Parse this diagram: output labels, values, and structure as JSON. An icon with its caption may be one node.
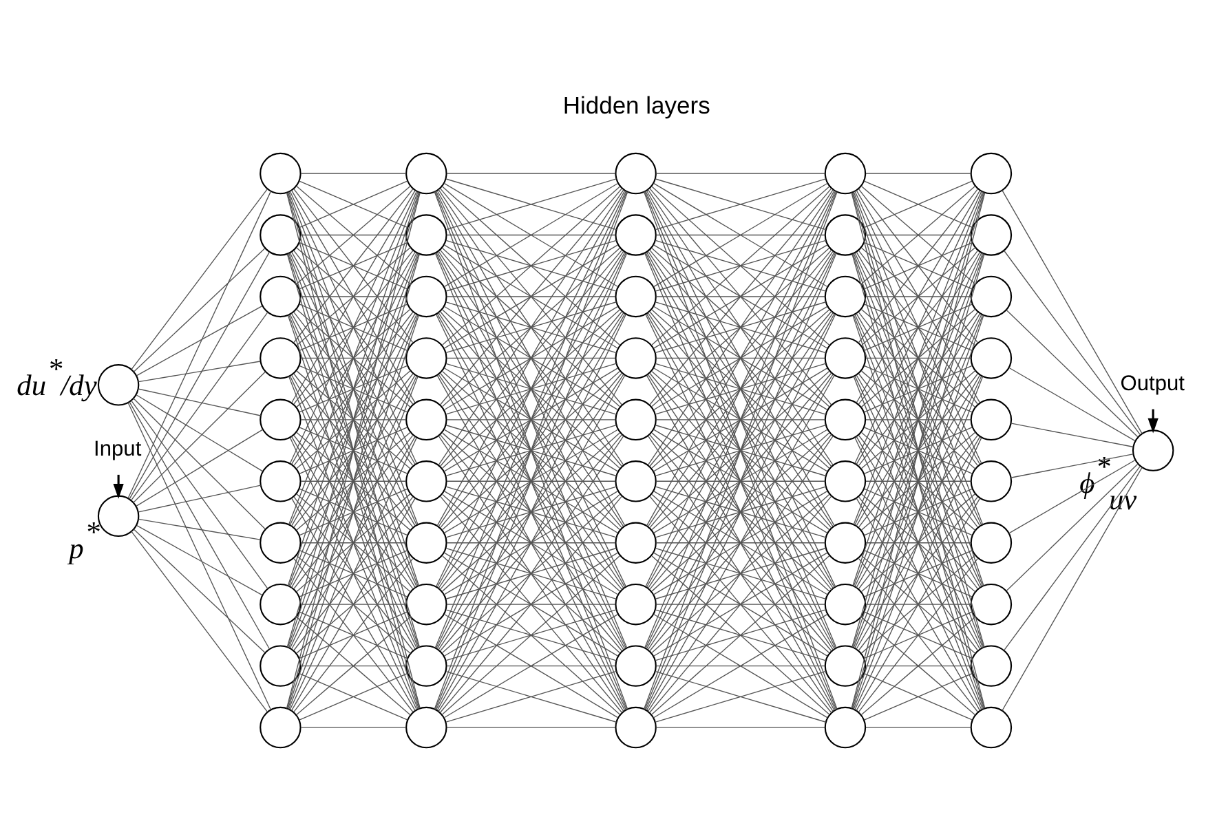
{
  "diagram": {
    "nodes": [
      {
        "text": [
          "Input"
        ]
      },
      {
        "text": [],
        "shape": "circle",
        "beside": [
          "p$^{*}$"
        ]
      },
      {
        "text": [],
        "shape": "circle",
        "beside": [
          "du$^{*}$/dy"
        ]
      },
      {
        "text": [],
        "shape": "circle"
      },
      {
        "text": [],
        "shape": "circle"
      },
      {
        "text": [],
        "shape": "circle"
      },
      {
        "text": [],
        "shape": "circle"
      },
      {
        "text": [],
        "shape": "circle"
      },
      {
        "text": [],
        "shape": "circle"
      },
      {
        "text": [],
        "shape": "circle"
      },
      {
        "text": [],
        "shape": "circle"
      },
      {
        "text": [],
        "shape": "circle"
      },
      {
        "text": [],
        "shape": "circle"
      },
      {
        "text": [],
        "shape": "circle"
      },
      {
        "text": [],
        "shape": "circle"
      },
      {
        "text": [],
        "shape": "circle"
      },
      {
        "text": [],
        "shape": "circle"
      },
      {
        "text": [],
        "shape": "circle"
      },
      {
        "text": [],
        "shape": "circle"
      },
      {
        "text": [],
        "shape": "circle"
      },
      {
        "text": [],
        "shape": "circle"
      },
      {
        "text": [],
        "shape": "circle"
      },
      {
        "text": [],
        "shape": "circle"
      },
      {
        "text": [],
        "shape": "circle"
      },
      {
        "text": [],
        "shape": "circle"
      },
      {
        "text": [],
        "shape": "circle"
      },
      {
        "text": [],
        "shape": "circle"
      },
      {
        "text": [],
        "shape": "circle"
      },
      {
        "text": [],
        "shape": "circle"
      },
      {
        "text": [],
        "shape": "circle"
      },
      {
        "text": [],
        "shape": "circle"
      },
      {
        "text": [],
        "shape": "circle"
      },
      {
        "text": [],
        "shape": "circle"
      },
      {
        "text": [],
        "shape": "circle"
      },
      {
        "text": [],
        "shape": "circle"
      },
      {
        "text": [],
        "shape": "circle"
      },
      {
        "text": [],
        "shape": "circle"
      },
      {
        "text": [],
        "shape": "circle"
      },
      {
        "text": [],
        "shape": "circle"
      },
      {
        "text": [],
        "shape": "circle"
      },
      {
        "text": [],
        "shape": "circle"
      },
      {
        "text": [],
        "shape": "circle"
      },
      {
        "text": [],
        "shape": "circle"
      },
      {
        "text": [],
        "shape": "circle"
      },
      {
        "text": [],
        "shape": "circle"
      },
      {
        "text": [],
        "shape": "circle"
      },
      {
        "text": [],
        "shape": "circle"
      },
      {
        "text": [],
        "shape": "circle"
      },
      {
        "text": [],
        "shape": "circle"
      },
      {
        "text": [],
        "shape": "circle"
      },
      {
        "text": [],
        "shape": "circle"
      },
      {
        "text": [],
        "shape": "circle"
      },
      {
        "text": [],
        "shape": "circle"
      },
      {
        "text": [],
        "shape": "circle",
        "beside": [
          "ϕ$^{*}$$_{uv}$"
        ]
      },
      {
        "text": [
          "Output"
        ]
      }
    ],
    "edges": [
      {
        "from": 0,
        "to": 1,
        "arrow": "to"
      },
      {
        "from": 1,
        "to": 3,
        "arrow": "none"
      },
      {
        "from": 1,
        "to": 4,
        "arrow": "none"
      },
      {
        "from": 1,
        "to": 5,
        "arrow": "none"
      },
      {
        "from": 1,
        "to": 6,
        "arrow": "none"
      },
      {
        "from": 1,
        "to": 7,
        "arrow": "none"
      },
      {
        "from": 1,
        "to": 8,
        "arrow": "none"
      },
      {
        "from": 1,
        "to": 9,
        "arrow": "none"
      },
      {
        "from": 1,
        "to": 10,
        "arrow": "none"
      },
      {
        "from": 1,
        "to": 11,
        "arrow": "none"
      },
      {
        "from": 1,
        "to": 12,
        "arrow": "none"
      },
      {
        "from": 2,
        "to": 3,
        "arrow": "none"
      },
      {
        "from": 2,
        "to": 4,
        "arrow": "none"
      },
      {
        "from": 2,
        "to": 5,
        "arrow": "none"
      },
      {
        "from": 2,
        "to": 6,
        "arrow": "none"
      },
      {
        "from": 2,
        "to": 7,
        "arrow": "none"
      },
      {
        "from": 2,
        "to": 8,
        "arrow": "none"
      },
      {
        "from": 2,
        "to": 9,
        "arrow": "none"
      },
      {
        "from": 2,
        "to": 10,
        "arrow": "none"
      },
      {
        "from": 2,
        "to": 11,
        "arrow": "none"
      },
      {
        "from": 2,
        "to": 12,
        "arrow": "none"
      },
      {
        "from": 3,
        "to": 13,
        "arrow": "none"
      },
      {
        "from": 3,
        "to": 14,
        "arrow": "none"
      },
      {
        "from": 3,
        "to": 15,
        "arrow": "none"
      },
      {
        "from": 3,
        "to": 16,
        "arrow": "none"
      },
      {
        "from": 3,
        "to": 17,
        "arrow": "none"
      },
      {
        "from": 3,
        "to": 18,
        "arrow": "none"
      },
      {
        "from": 3,
        "to": 19,
        "arrow": "none"
      },
      {
        "from": 3,
        "to": 20,
        "arrow": "none"
      },
      {
        "from": 3,
        "to": 21,
        "arrow": "none"
      },
      {
        "from": 3,
        "to": 22,
        "arrow": "none"
      },
      {
        "from": 4,
        "to": 13,
        "arrow": "none"
      },
      {
        "from": 4,
        "to": 14,
        "arrow": "none"
      },
      {
        "from": 4,
        "to": 15,
        "arrow": "none"
      },
      {
        "from": 4,
        "to": 16,
        "arrow": "none"
      },
      {
        "from": 4,
        "to": 17,
        "arrow": "none"
      },
      {
        "from": 4,
        "to": 18,
        "arrow": "none"
      },
      {
        "from": 4,
        "to": 19,
        "arrow": "none"
      },
      {
        "from": 4,
        "to": 20,
        "arrow": "none"
      },
      {
        "from": 4,
        "to": 21,
        "arrow": "none"
      },
      {
        "from": 4,
        "to": 22,
        "arrow": "none"
      },
      {
        "from": 5,
        "to": 13,
        "arrow": "none"
      },
      {
        "from": 5,
        "to": 14,
        "arrow": "none"
      },
      {
        "from": 5,
        "to": 15,
        "arrow": "none"
      },
      {
        "from": 5,
        "to": 16,
        "arrow": "none"
      },
      {
        "from": 5,
        "to": 17,
        "arrow": "none"
      },
      {
        "from": 5,
        "to": 18,
        "arrow": "none"
      },
      {
        "from": 5,
        "to": 19,
        "arrow": "none"
      },
      {
        "from": 5,
        "to": 20,
        "arrow": "none"
      },
      {
        "from": 5,
        "to": 21,
        "arrow": "none"
      },
      {
        "from": 5,
        "to": 22,
        "arrow": "none"
      },
      {
        "from": 6,
        "to": 13,
        "arrow": "none"
      },
      {
        "from": 6,
        "to": 14,
        "arrow": "none"
      },
      {
        "from": 6,
        "to": 15,
        "arrow": "none"
      },
      {
        "from": 6,
        "to": 16,
        "arrow": "none"
      },
      {
        "from": 6,
        "to": 17,
        "arrow": "none"
      },
      {
        "from": 6,
        "to": 18,
        "arrow": "none"
      },
      {
        "from": 6,
        "to": 19,
        "arrow": "none"
      },
      {
        "from": 6,
        "to": 20,
        "arrow": "none"
      },
      {
        "from": 6,
        "to": 21,
        "arrow": "none"
      },
      {
        "from": 6,
        "to": 22,
        "arrow": "none"
      },
      {
        "from": 7,
        "to": 13,
        "arrow": "none"
      },
      {
        "from": 7,
        "to": 14,
        "arrow": "none"
      },
      {
        "from": 7,
        "to": 15,
        "arrow": "none"
      },
      {
        "from": 7,
        "to": 16,
        "arrow": "none"
      },
      {
        "from": 7,
        "to": 17,
        "arrow": "none"
      },
      {
        "from": 7,
        "to": 18,
        "arrow": "none"
      },
      {
        "from": 7,
        "to": 19,
        "arrow": "none"
      },
      {
        "from": 7,
        "to": 20,
        "arrow": "none"
      },
      {
        "from": 7,
        "to": 21,
        "arrow": "none"
      },
      {
        "from": 7,
        "to": 22,
        "arrow": "none"
      },
      {
        "from": 8,
        "to": 13,
        "arrow": "none"
      },
      {
        "from": 8,
        "to": 14,
        "arrow": "none"
      },
      {
        "from": 8,
        "to": 15,
        "arrow": "none"
      },
      {
        "from": 8,
        "to": 16,
        "arrow": "none"
      },
      {
        "from": 8,
        "to": 17,
        "arrow": "none"
      },
      {
        "from": 8,
        "to": 18,
        "arrow": "none"
      },
      {
        "from": 8,
        "to": 19,
        "arrow": "none"
      },
      {
        "from": 8,
        "to": 20,
        "arrow": "none"
      },
      {
        "from": 8,
        "to": 21,
        "arrow": "none"
      },
      {
        "from": 8,
        "to": 22,
        "arrow": "none"
      },
      {
        "from": 9,
        "to": 13,
        "arrow": "none"
      },
      {
        "from": 9,
        "to": 14,
        "arrow": "none"
      },
      {
        "from": 9,
        "to": 15,
        "arrow": "none"
      },
      {
        "from": 9,
        "to": 16,
        "arrow": "none"
      },
      {
        "from": 9,
        "to": 17,
        "arrow": "none"
      },
      {
        "from": 9,
        "to": 18,
        "arrow": "none"
      },
      {
        "from": 9,
        "to": 19,
        "arrow": "none"
      },
      {
        "from": 9,
        "to": 20,
        "arrow": "none"
      },
      {
        "from": 9,
        "to": 21,
        "arrow": "none"
      },
      {
        "from": 9,
        "to": 22,
        "arrow": "none"
      },
      {
        "from": 10,
        "to": 13,
        "arrow": "none"
      },
      {
        "from": 10,
        "to": 14,
        "arrow": "none"
      },
      {
        "from": 10,
        "to": 15,
        "arrow": "none"
      },
      {
        "from": 10,
        "to": 16,
        "arrow": "none"
      },
      {
        "from": 10,
        "to": 17,
        "arrow": "none"
      },
      {
        "from": 10,
        "to": 18,
        "arrow": "none"
      },
      {
        "from": 10,
        "to": 19,
        "arrow": "none"
      },
      {
        "from": 10,
        "to": 20,
        "arrow": "none"
      },
      {
        "from": 10,
        "to": 21,
        "arrow": "none"
      },
      {
        "from": 10,
        "to": 22,
        "arrow": "none"
      },
      {
        "from": 11,
        "to": 13,
        "arrow": "none"
      },
      {
        "from": 11,
        "to": 14,
        "arrow": "none"
      },
      {
        "from": 11,
        "to": 15,
        "arrow": "none"
      },
      {
        "from": 11,
        "to": 16,
        "arrow": "none"
      },
      {
        "from": 11,
        "to": 17,
        "arrow": "none"
      },
      {
        "from": 11,
        "to": 18,
        "arrow": "none"
      },
      {
        "from": 11,
        "to": 19,
        "arrow": "none"
      },
      {
        "from": 11,
        "to": 20,
        "arrow": "none"
      },
      {
        "from": 11,
        "to": 21,
        "arrow": "none"
      },
      {
        "from": 11,
        "to": 22,
        "arrow": "none"
      },
      {
        "from": 12,
        "to": 13,
        "arrow": "none"
      },
      {
        "from": 12,
        "to": 14,
        "arrow": "none"
      },
      {
        "from": 12,
        "to": 15,
        "arrow": "none"
      },
      {
        "from": 12,
        "to": 16,
        "arrow": "none"
      },
      {
        "from": 12,
        "to": 17,
        "arrow": "none"
      },
      {
        "from": 12,
        "to": 18,
        "arrow": "none"
      },
      {
        "from": 12,
        "to": 19,
        "arrow": "none"
      },
      {
        "from": 12,
        "to": 20,
        "arrow": "none"
      },
      {
        "from": 12,
        "to": 21,
        "arrow": "none"
      },
      {
        "from": 12,
        "to": 22,
        "arrow": "none"
      },
      {
        "from": 13,
        "to": 23,
        "arrow": "none"
      },
      {
        "from": 13,
        "to": 24,
        "arrow": "none"
      },
      {
        "from": 13,
        "to": 25,
        "arrow": "none"
      },
      {
        "from": 13,
        "to": 26,
        "arrow": "none"
      },
      {
        "from": 13,
        "to": 27,
        "arrow": "none"
      },
      {
        "from": 13,
        "to": 28,
        "arrow": "none"
      },
      {
        "from": 13,
        "to": 29,
        "arrow": "none"
      },
      {
        "from": 13,
        "to": 30,
        "arrow": "none"
      },
      {
        "from": 13,
        "to": 31,
        "arrow": "none"
      },
      {
        "from": 13,
        "to": 32,
        "arrow": "none"
      },
      {
        "from": 14,
        "to": 23,
        "arrow": "none"
      },
      {
        "from": 14,
        "to": 24,
        "arrow": "none"
      },
      {
        "from": 14,
        "to": 25,
        "arrow": "none"
      },
      {
        "from": 14,
        "to": 26,
        "arrow": "none"
      },
      {
        "from": 14,
        "to": 27,
        "arrow": "none"
      },
      {
        "from": 14,
        "to": 28,
        "arrow": "none"
      },
      {
        "from": 14,
        "to": 29,
        "arrow": "none"
      },
      {
        "from": 14,
        "to": 30,
        "arrow": "none"
      },
      {
        "from": 14,
        "to": 31,
        "arrow": "none"
      },
      {
        "from": 14,
        "to": 32,
        "arrow": "none"
      },
      {
        "from": 15,
        "to": 23,
        "arrow": "none"
      },
      {
        "from": 15,
        "to": 24,
        "arrow": "none"
      },
      {
        "from": 15,
        "to": 25,
        "arrow": "none"
      },
      {
        "from": 15,
        "to": 26,
        "arrow": "none"
      },
      {
        "from": 15,
        "to": 27,
        "arrow": "none"
      },
      {
        "from": 15,
        "to": 28,
        "arrow": "none"
      },
      {
        "from": 15,
        "to": 29,
        "arrow": "none"
      },
      {
        "from": 15,
        "to": 30,
        "arrow": "none"
      },
      {
        "from": 15,
        "to": 31,
        "arrow": "none"
      },
      {
        "from": 15,
        "to": 32,
        "arrow": "none"
      },
      {
        "from": 16,
        "to": 23,
        "arrow": "none"
      },
      {
        "from": 16,
        "to": 24,
        "arrow": "none"
      },
      {
        "from": 16,
        "to": 25,
        "arrow": "none"
      },
      {
        "from": 16,
        "to": 26,
        "arrow": "none"
      },
      {
        "from": 16,
        "to": 27,
        "arrow": "none"
      },
      {
        "from": 16,
        "to": 28,
        "arrow": "none"
      },
      {
        "from": 16,
        "to": 29,
        "arrow": "none"
      },
      {
        "from": 16,
        "to": 30,
        "arrow": "none"
      },
      {
        "from": 16,
        "to": 31,
        "arrow": "none"
      },
      {
        "from": 16,
        "to": 32,
        "arrow": "none"
      },
      {
        "from": 17,
        "to": 23,
        "arrow": "none"
      },
      {
        "from": 17,
        "to": 24,
        "arrow": "none"
      },
      {
        "from": 17,
        "to": 25,
        "arrow": "none"
      },
      {
        "from": 17,
        "to": 26,
        "arrow": "none"
      },
      {
        "from": 17,
        "to": 27,
        "arrow": "none"
      },
      {
        "from": 17,
        "to": 28,
        "arrow": "none"
      },
      {
        "from": 17,
        "to": 29,
        "arrow": "none"
      },
      {
        "from": 17,
        "to": 30,
        "arrow": "none"
      },
      {
        "from": 17,
        "to": 31,
        "arrow": "none"
      },
      {
        "from": 17,
        "to": 32,
        "arrow": "none"
      },
      {
        "from": 18,
        "to": 23,
        "arrow": "none"
      },
      {
        "from": 18,
        "to": 24,
        "arrow": "none"
      },
      {
        "from": 18,
        "to": 25,
        "arrow": "none"
      },
      {
        "from": 18,
        "to": 26,
        "arrow": "none"
      },
      {
        "from": 18,
        "to": 27,
        "arrow": "none"
      },
      {
        "from": 18,
        "to": 28,
        "arrow": "none"
      },
      {
        "from": 18,
        "to": 29,
        "arrow": "none"
      },
      {
        "from": 18,
        "to": 30,
        "arrow": "none"
      },
      {
        "from": 18,
        "to": 31,
        "arrow": "none"
      },
      {
        "from": 18,
        "to": 32,
        "arrow": "none"
      },
      {
        "from": 19,
        "to": 23,
        "arrow": "none"
      },
      {
        "from": 19,
        "to": 24,
        "arrow": "none"
      },
      {
        "from": 19,
        "to": 25,
        "arrow": "none"
      },
      {
        "from": 19,
        "to": 26,
        "arrow": "none"
      },
      {
        "from": 19,
        "to": 27,
        "arrow": "none"
      },
      {
        "from": 19,
        "to": 28,
        "arrow": "none"
      },
      {
        "from": 19,
        "to": 29,
        "arrow": "none"
      },
      {
        "from": 19,
        "to": 30,
        "arrow": "none"
      },
      {
        "from": 19,
        "to": 31,
        "arrow": "none"
      },
      {
        "from": 19,
        "to": 32,
        "arrow": "none"
      },
      {
        "from": 20,
        "to": 23,
        "arrow": "none"
      },
      {
        "from": 20,
        "to": 24,
        "arrow": "none"
      },
      {
        "from": 20,
        "to": 25,
        "arrow": "none"
      },
      {
        "from": 20,
        "to": 26,
        "arrow": "none"
      },
      {
        "from": 20,
        "to": 27,
        "arrow": "none"
      },
      {
        "from": 20,
        "to": 28,
        "arrow": "none"
      },
      {
        "from": 20,
        "to": 29,
        "arrow": "none"
      },
      {
        "from": 20,
        "to": 30,
        "arrow": "none"
      },
      {
        "from": 20,
        "to": 31,
        "arrow": "none"
      },
      {
        "from": 20,
        "to": 32,
        "arrow": "none"
      },
      {
        "from": 21,
        "to": 23,
        "arrow": "none"
      },
      {
        "from": 21,
        "to": 24,
        "arrow": "none"
      },
      {
        "from": 21,
        "to": 25,
        "arrow": "none"
      },
      {
        "from": 21,
        "to": 26,
        "arrow": "none"
      },
      {
        "from": 21,
        "to": 27,
        "arrow": "none"
      },
      {
        "from": 21,
        "to": 28,
        "arrow": "none"
      },
      {
        "from": 21,
        "to": 29,
        "arrow": "none"
      },
      {
        "from": 21,
        "to": 30,
        "arrow": "none"
      },
      {
        "from": 21,
        "to": 31,
        "arrow": "none"
      },
      {
        "from": 21,
        "to": 32,
        "arrow": "none"
      },
      {
        "from": 22,
        "to": 23,
        "arrow": "none"
      },
      {
        "from": 22,
        "to": 24,
        "arrow": "none"
      },
      {
        "from": 22,
        "to": 25,
        "arrow": "none"
      },
      {
        "from": 22,
        "to": 26,
        "arrow": "none"
      },
      {
        "from": 22,
        "to": 27,
        "arrow": "none"
      },
      {
        "from": 22,
        "to": 28,
        "arrow": "none"
      },
      {
        "from": 22,
        "to": 29,
        "arrow": "none"
      },
      {
        "from": 22,
        "to": 30,
        "arrow": "none"
      },
      {
        "from": 22,
        "to": 31,
        "arrow": "none"
      },
      {
        "from": 22,
        "to": 32,
        "arrow": "none"
      },
      {
        "from": 23,
        "to": 33,
        "arrow": "none"
      },
      {
        "from": 23,
        "to": 34,
        "arrow": "none"
      },
      {
        "from": 23,
        "to": 35,
        "arrow": "none"
      },
      {
        "from": 23,
        "to": 36,
        "arrow": "none"
      },
      {
        "from": 23,
        "to": 37,
        "arrow": "none"
      },
      {
        "from": 23,
        "to": 38,
        "arrow": "none"
      },
      {
        "from": 23,
        "to": 39,
        "arrow": "none"
      },
      {
        "from": 23,
        "to": 40,
        "arrow": "none"
      },
      {
        "from": 23,
        "to": 41,
        "arrow": "none"
      },
      {
        "from": 23,
        "to": 42,
        "arrow": "none"
      },
      {
        "from": 24,
        "to": 33,
        "arrow": "none"
      },
      {
        "from": 24,
        "to": 34,
        "arrow": "none"
      },
      {
        "from": 24,
        "to": 35,
        "arrow": "none"
      },
      {
        "from": 24,
        "to": 36,
        "arrow": "none"
      },
      {
        "from": 24,
        "to": 37,
        "arrow": "none"
      },
      {
        "from": 24,
        "to": 38,
        "arrow": "none"
      },
      {
        "from": 24,
        "to": 39,
        "arrow": "none"
      },
      {
        "from": 24,
        "to": 40,
        "arrow": "none"
      },
      {
        "from": 24,
        "to": 41,
        "arrow": "none"
      },
      {
        "from": 24,
        "to": 42,
        "arrow": "none"
      },
      {
        "from": 25,
        "to": 33,
        "arrow": "none"
      },
      {
        "from": 25,
        "to": 34,
        "arrow": "none"
      },
      {
        "from": 25,
        "to": 35,
        "arrow": "none"
      },
      {
        "from": 25,
        "to": 36,
        "arrow": "none"
      },
      {
        "from": 25,
        "to": 37,
        "arrow": "none"
      },
      {
        "from": 25,
        "to": 38,
        "arrow": "none"
      },
      {
        "from": 25,
        "to": 39,
        "arrow": "none"
      },
      {
        "from": 25,
        "to": 40,
        "arrow": "none"
      },
      {
        "from": 25,
        "to": 41,
        "arrow": "none"
      },
      {
        "from": 25,
        "to": 42,
        "arrow": "none"
      },
      {
        "from": 26,
        "to": 33,
        "arrow": "none"
      },
      {
        "from": 26,
        "to": 34,
        "arrow": "none"
      },
      {
        "from": 26,
        "to": 35,
        "arrow": "none"
      },
      {
        "from": 26,
        "to": 36,
        "arrow": "none"
      },
      {
        "from": 26,
        "to": 37,
        "arrow": "none"
      },
      {
        "from": 26,
        "to": 38,
        "arrow": "none"
      },
      {
        "from": 26,
        "to": 39,
        "arrow": "none"
      },
      {
        "from": 26,
        "to": 40,
        "arrow": "none"
      },
      {
        "from": 26,
        "to": 41,
        "arrow": "none"
      },
      {
        "from": 26,
        "to": 42,
        "arrow": "none"
      },
      {
        "from": 27,
        "to": 33,
        "arrow": "none"
      },
      {
        "from": 27,
        "to": 34,
        "arrow": "none"
      },
      {
        "from": 27,
        "to": 35,
        "arrow": "none"
      },
      {
        "from": 27,
        "to": 36,
        "arrow": "none"
      },
      {
        "from": 27,
        "to": 37,
        "arrow": "none"
      },
      {
        "from": 27,
        "to": 38,
        "arrow": "none"
      },
      {
        "from": 27,
        "to": 39,
        "arrow": "none"
      },
      {
        "from": 27,
        "to": 40,
        "arrow": "none"
      },
      {
        "from": 27,
        "to": 41,
        "arrow": "none"
      },
      {
        "from": 27,
        "to": 42,
        "arrow": "none"
      },
      {
        "from": 28,
        "to": 33,
        "arrow": "none"
      },
      {
        "from": 28,
        "to": 34,
        "arrow": "none"
      },
      {
        "from": 28,
        "to": 35,
        "arrow": "none"
      },
      {
        "from": 28,
        "to": 36,
        "arrow": "none"
      },
      {
        "from": 28,
        "to": 37,
        "arrow": "none"
      },
      {
        "from": 28,
        "to": 38,
        "arrow": "none"
      },
      {
        "from": 28,
        "to": 39,
        "arrow": "none"
      },
      {
        "from": 28,
        "to": 40,
        "arrow": "none"
      },
      {
        "from": 28,
        "to": 41,
        "arrow": "none"
      },
      {
        "from": 28,
        "to": 42,
        "arrow": "none"
      },
      {
        "from": 29,
        "to": 33,
        "arrow": "none"
      },
      {
        "from": 29,
        "to": 34,
        "arrow": "none"
      },
      {
        "from": 29,
        "to": 35,
        "arrow": "none"
      },
      {
        "from": 29,
        "to": 36,
        "arrow": "none"
      },
      {
        "from": 29,
        "to": 37,
        "arrow": "none"
      },
      {
        "from": 29,
        "to": 38,
        "arrow": "none"
      },
      {
        "from": 29,
        "to": 39,
        "arrow": "none"
      },
      {
        "from": 29,
        "to": 40,
        "arrow": "none"
      },
      {
        "from": 29,
        "to": 41,
        "arrow": "none"
      },
      {
        "from": 29,
        "to": 42,
        "arrow": "none"
      },
      {
        "from": 30,
        "to": 33,
        "arrow": "none"
      },
      {
        "from": 30,
        "to": 34,
        "arrow": "none"
      },
      {
        "from": 30,
        "to": 35,
        "arrow": "none"
      },
      {
        "from": 30,
        "to": 36,
        "arrow": "none"
      },
      {
        "from": 30,
        "to": 37,
        "arrow": "none"
      },
      {
        "from": 30,
        "to": 38,
        "arrow": "none"
      },
      {
        "from": 30,
        "to": 39,
        "arrow": "none"
      },
      {
        "from": 30,
        "to": 40,
        "arrow": "none"
      },
      {
        "from": 30,
        "to": 41,
        "arrow": "none"
      },
      {
        "from": 30,
        "to": 42,
        "arrow": "none"
      },
      {
        "from": 31,
        "to": 33,
        "arrow": "none"
      },
      {
        "from": 31,
        "to": 34,
        "arrow": "none"
      },
      {
        "from": 31,
        "to": 35,
        "arrow": "none"
      },
      {
        "from": 31,
        "to": 36,
        "arrow": "none"
      },
      {
        "from": 31,
        "to": 37,
        "arrow": "none"
      },
      {
        "from": 31,
        "to": 38,
        "arrow": "none"
      },
      {
        "from": 31,
        "to": 39,
        "arrow": "none"
      },
      {
        "from": 31,
        "to": 40,
        "arrow": "none"
      },
      {
        "from": 31,
        "to": 41,
        "arrow": "none"
      },
      {
        "from": 31,
        "to": 42,
        "arrow": "none"
      },
      {
        "from": 32,
        "to": 33,
        "arrow": "none"
      },
      {
        "from": 32,
        "to": 34,
        "arrow": "none"
      },
      {
        "from": 32,
        "to": 35,
        "arrow": "none"
      },
      {
        "from": 32,
        "to": 36,
        "arrow": "none"
      },
      {
        "from": 32,
        "to": 37,
        "arrow": "none"
      },
      {
        "from": 32,
        "to": 38,
        "arrow": "none"
      },
      {
        "from": 32,
        "to": 39,
        "arrow": "none"
      },
      {
        "from": 32,
        "to": 40,
        "arrow": "none"
      },
      {
        "from": 32,
        "to": 41,
        "arrow": "none"
      },
      {
        "from": 32,
        "to": 42,
        "arrow": "none"
      },
      {
        "from": 33,
        "to": 43,
        "arrow": "none"
      },
      {
        "from": 33,
        "to": 44,
        "arrow": "none"
      },
      {
        "from": 33,
        "to": 45,
        "arrow": "none"
      },
      {
        "from": 33,
        "to": 46,
        "arrow": "none"
      },
      {
        "from": 33,
        "to": 47,
        "arrow": "none"
      },
      {
        "from": 33,
        "to": 48,
        "arrow": "none"
      },
      {
        "from": 33,
        "to": 49,
        "arrow": "none"
      },
      {
        "from": 33,
        "to": 50,
        "arrow": "none"
      },
      {
        "from": 33,
        "to": 51,
        "arrow": "none"
      },
      {
        "from": 33,
        "to": 52,
        "arrow": "none"
      },
      {
        "from": 34,
        "to": 43,
        "arrow": "none"
      },
      {
        "from": 34,
        "to": 44,
        "arrow": "none"
      },
      {
        "from": 34,
        "to": 45,
        "arrow": "none"
      },
      {
        "from": 34,
        "to": 46,
        "arrow": "none"
      },
      {
        "from": 34,
        "to": 47,
        "arrow": "none"
      },
      {
        "from": 34,
        "to": 48,
        "arrow": "none"
      },
      {
        "from": 34,
        "to": 49,
        "arrow": "none"
      },
      {
        "from": 34,
        "to": 50,
        "arrow": "none"
      },
      {
        "from": 34,
        "to": 51,
        "arrow": "none"
      },
      {
        "from": 34,
        "to": 52,
        "arrow": "none"
      },
      {
        "from": 35,
        "to": 43,
        "arrow": "none"
      },
      {
        "from": 35,
        "to": 44,
        "arrow": "none"
      },
      {
        "from": 35,
        "to": 45,
        "arrow": "none"
      },
      {
        "from": 35,
        "to": 46,
        "arrow": "none"
      },
      {
        "from": 35,
        "to": 47,
        "arrow": "none"
      },
      {
        "from": 35,
        "to": 48,
        "arrow": "none"
      },
      {
        "from": 35,
        "to": 49,
        "arrow": "none"
      },
      {
        "from": 35,
        "to": 50,
        "arrow": "none"
      },
      {
        "from": 35,
        "to": 51,
        "arrow": "none"
      },
      {
        "from": 35,
        "to": 52,
        "arrow": "none"
      },
      {
        "from": 36,
        "to": 43,
        "arrow": "none"
      },
      {
        "from": 36,
        "to": 44,
        "arrow": "none"
      },
      {
        "from": 36,
        "to": 45,
        "arrow": "none"
      },
      {
        "from": 36,
        "to": 46,
        "arrow": "none"
      },
      {
        "from": 36,
        "to": 47,
        "arrow": "none"
      },
      {
        "from": 36,
        "to": 48,
        "arrow": "none"
      },
      {
        "from": 36,
        "to": 49,
        "arrow": "none"
      },
      {
        "from": 36,
        "to": 50,
        "arrow": "none"
      },
      {
        "from": 36,
        "to": 51,
        "arrow": "none"
      },
      {
        "from": 36,
        "to": 52,
        "arrow": "none"
      },
      {
        "from": 37,
        "to": 43,
        "arrow": "none"
      },
      {
        "from": 37,
        "to": 44,
        "arrow": "none"
      },
      {
        "from": 37,
        "to": 45,
        "arrow": "none"
      },
      {
        "from": 37,
        "to": 46,
        "arrow": "none"
      },
      {
        "from": 37,
        "to": 47,
        "arrow": "none"
      },
      {
        "from": 37,
        "to": 48,
        "arrow": "none"
      },
      {
        "from": 37,
        "to": 49,
        "arrow": "none"
      },
      {
        "from": 37,
        "to": 50,
        "arrow": "none"
      },
      {
        "from": 37,
        "to": 51,
        "arrow": "none"
      },
      {
        "from": 37,
        "to": 52,
        "arrow": "none"
      },
      {
        "from": 38,
        "to": 43,
        "arrow": "none"
      },
      {
        "from": 38,
        "to": 44,
        "arrow": "none"
      },
      {
        "from": 38,
        "to": 45,
        "arrow": "none"
      },
      {
        "from": 38,
        "to": 46,
        "arrow": "none"
      },
      {
        "from": 38,
        "to": 47,
        "arrow": "none"
      },
      {
        "from": 38,
        "to": 48,
        "arrow": "none"
      },
      {
        "from": 38,
        "to": 49,
        "arrow": "none"
      },
      {
        "from": 38,
        "to": 50,
        "arrow": "none"
      },
      {
        "from": 38,
        "to": 51,
        "arrow": "none"
      },
      {
        "from": 38,
        "to": 52,
        "arrow": "none"
      },
      {
        "from": 39,
        "to": 43,
        "arrow": "none"
      },
      {
        "from": 39,
        "to": 44,
        "arrow": "none"
      },
      {
        "from": 39,
        "to": 45,
        "arrow": "none"
      },
      {
        "from": 39,
        "to": 46,
        "arrow": "none"
      },
      {
        "from": 39,
        "to": 47,
        "arrow": "none"
      },
      {
        "from": 39,
        "to": 48,
        "arrow": "none"
      },
      {
        "from": 39,
        "to": 49,
        "arrow": "none"
      },
      {
        "from": 39,
        "to": 50,
        "arrow": "none"
      },
      {
        "from": 39,
        "to": 51,
        "arrow": "none"
      },
      {
        "from": 39,
        "to": 52,
        "arrow": "none"
      },
      {
        "from": 40,
        "to": 43,
        "arrow": "none"
      },
      {
        "from": 40,
        "to": 44,
        "arrow": "none"
      },
      {
        "from": 40,
        "to": 45,
        "arrow": "none"
      },
      {
        "from": 40,
        "to": 46,
        "arrow": "none"
      },
      {
        "from": 40,
        "to": 47,
        "arrow": "none"
      },
      {
        "from": 40,
        "to": 48,
        "arrow": "none"
      },
      {
        "from": 40,
        "to": 49,
        "arrow": "none"
      },
      {
        "from": 40,
        "to": 50,
        "arrow": "none"
      },
      {
        "from": 40,
        "to": 51,
        "arrow": "none"
      },
      {
        "from": 40,
        "to": 52,
        "arrow": "none"
      },
      {
        "from": 41,
        "to": 43,
        "arrow": "none"
      },
      {
        "from": 41,
        "to": 44,
        "arrow": "none"
      },
      {
        "from": 41,
        "to": 45,
        "arrow": "none"
      },
      {
        "from": 41,
        "to": 46,
        "arrow": "none"
      },
      {
        "from": 41,
        "to": 47,
        "arrow": "none"
      },
      {
        "from": 41,
        "to": 48,
        "arrow": "none"
      },
      {
        "from": 41,
        "to": 49,
        "arrow": "none"
      },
      {
        "from": 41,
        "to": 50,
        "arrow": "none"
      },
      {
        "from": 41,
        "to": 51,
        "arrow": "none"
      },
      {
        "from": 41,
        "to": 52,
        "arrow": "none"
      },
      {
        "from": 42,
        "to": 43,
        "arrow": "none"
      },
      {
        "from": 42,
        "to": 44,
        "arrow": "none"
      },
      {
        "from": 42,
        "to": 45,
        "arrow": "none"
      },
      {
        "from": 42,
        "to": 46,
        "arrow": "none"
      },
      {
        "from": 42,
        "to": 47,
        "arrow": "none"
      },
      {
        "from": 42,
        "to": 48,
        "arrow": "none"
      },
      {
        "from": 42,
        "to": 49,
        "arrow": "none"
      },
      {
        "from": 42,
        "to": 50,
        "arrow": "none"
      },
      {
        "from": 42,
        "to": 51,
        "arrow": "none"
      },
      {
        "from": 42,
        "to": 52,
        "arrow": "none"
      },
      {
        "from": 43,
        "to": 53,
        "arrow": "none"
      },
      {
        "from": 44,
        "to": 53,
        "arrow": "none"
      },
      {
        "from": 45,
        "to": 53,
        "arrow": "none"
      },
      {
        "from": 46,
        "to": 53,
        "arrow": "none"
      },
      {
        "from": 47,
        "to": 53,
        "arrow": "none"
      },
      {
        "from": 48,
        "to": 53,
        "arrow": "none"
      },
      {
        "from": 49,
        "to": 53,
        "arrow": "none"
      },
      {
        "from": 50,
        "to": 53,
        "arrow": "none"
      },
      {
        "from": 51,
        "to": 53,
        "arrow": "none"
      },
      {
        "from": 52,
        "to": 53,
        "arrow": "none"
      },
      {
        "from": 54,
        "to": 53,
        "arrow": "to"
      }
    ],
    "labels": [
      "Hidden layers"
    ]
  }
}
